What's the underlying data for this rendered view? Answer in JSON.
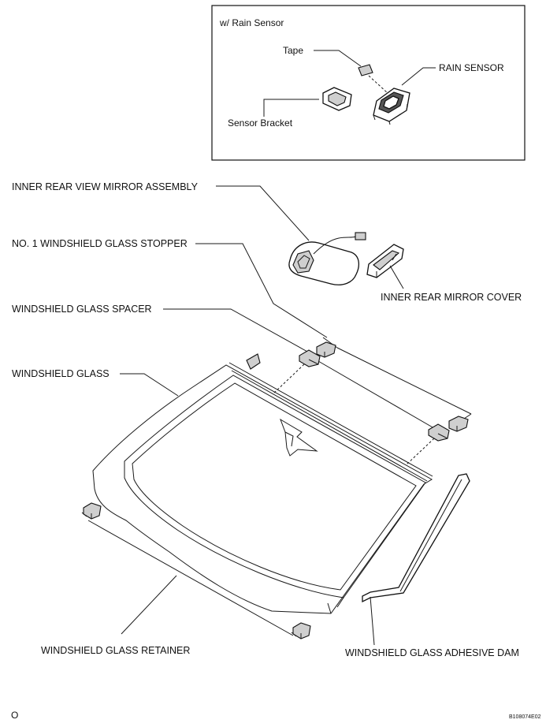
{
  "inset": {
    "title": "w/ Rain Sensor",
    "labels": {
      "tape": "Tape",
      "rain_sensor": "RAIN SENSOR",
      "sensor_bracket": "Sensor Bracket"
    }
  },
  "labels": {
    "inner_rear_view_mirror_assembly": "INNER REAR VIEW MIRROR ASSEMBLY",
    "no1_windshield_glass_stopper": "NO. 1 WINDSHIELD GLASS STOPPER",
    "inner_rear_mirror_cover": "INNER REAR MIRROR COVER",
    "windshield_glass_spacer": "WINDSHIELD GLASS SPACER",
    "windshield_glass": "WINDSHIELD GLASS",
    "windshield_glass_retainer": "WINDSHIELD GLASS RETAINER",
    "windshield_glass_adhesive_dam": "WINDSHIELD GLASS ADHESIVE DAM"
  },
  "footer": {
    "left_mark": "O",
    "figure_code": "B108074E02"
  }
}
